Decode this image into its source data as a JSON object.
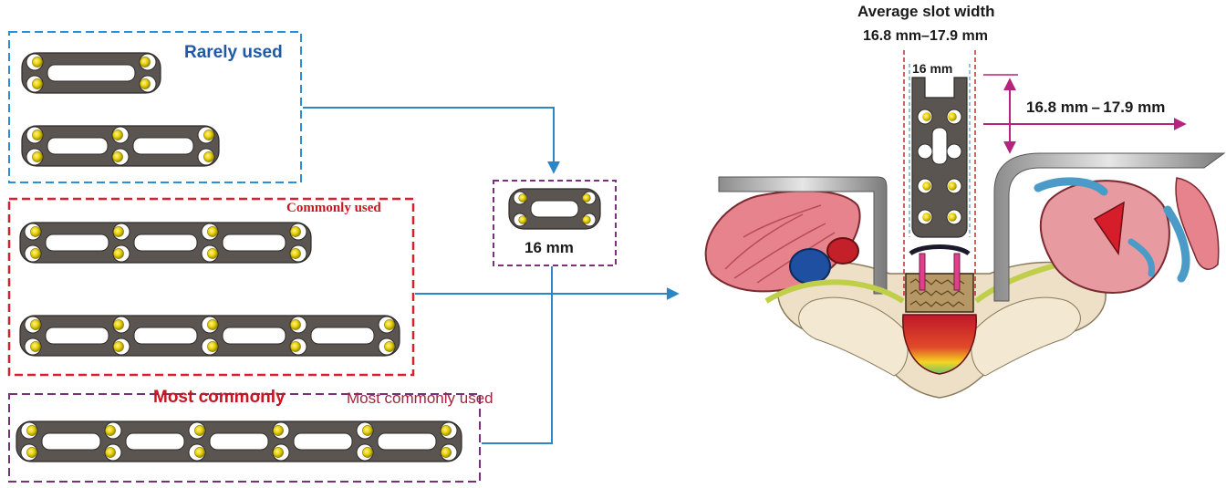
{
  "groups": {
    "rarely": {
      "label": "Rarely used",
      "color": "#2a8fd6"
    },
    "commonly": {
      "label": "Commonly used",
      "color": "#d6202c"
    },
    "most": {
      "label": "Most commonly",
      "label2": "Most commonly used",
      "color": "#7a2f7c"
    }
  },
  "selected_plate": {
    "label": "16 mm"
  },
  "slot": {
    "title": "Average slot width",
    "range": "16.8 mm–17.9 mm",
    "plate_width": "16 mm",
    "range_side": "16.8 mm – 17.9 mm"
  },
  "colors": {
    "arrow": "#2b86c8",
    "dimension": "#b5237c",
    "plate": "#5b5552",
    "screw": "#e8d100"
  }
}
